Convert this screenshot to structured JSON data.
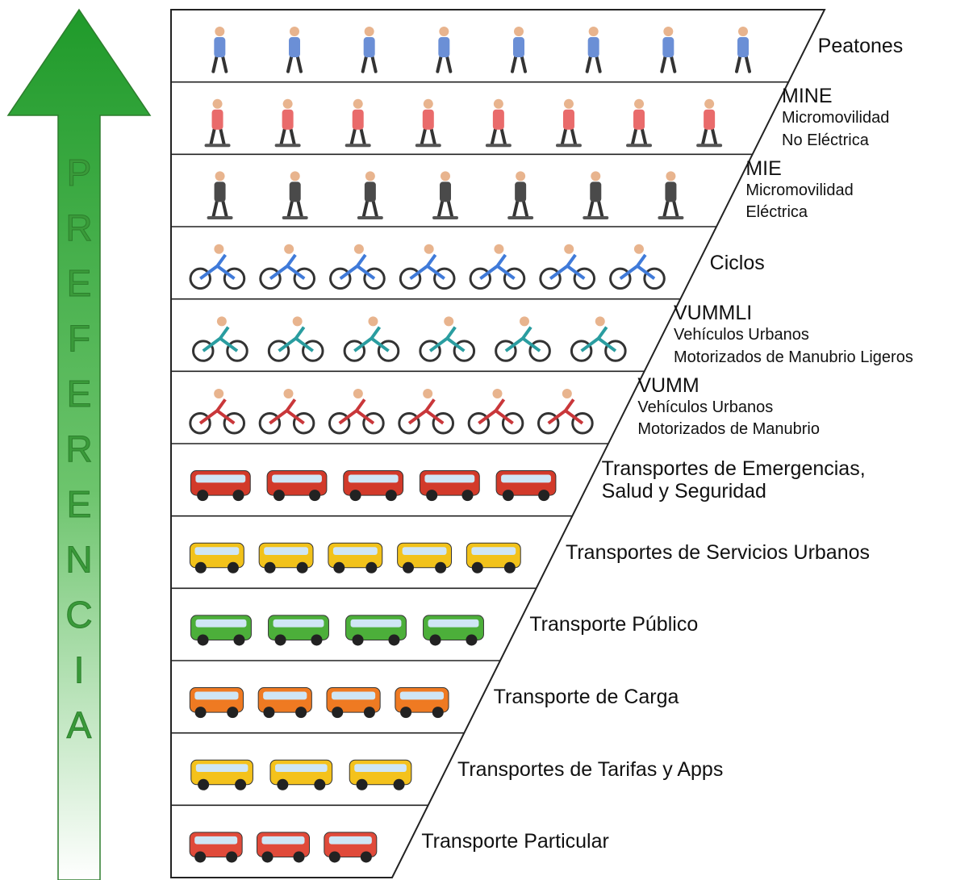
{
  "arrow": {
    "letters": [
      "P",
      "R",
      "E",
      "F",
      "E",
      "R",
      "E",
      "N",
      "C",
      "I",
      "A"
    ],
    "color_top": "#1f9a2a",
    "color_bottom": "#ffffff"
  },
  "tiers": [
    {
      "title": "Peatones",
      "subtitle": [],
      "icon": "pedestrians-icon",
      "color": "#6b8fd6"
    },
    {
      "title": "MINE",
      "subtitle": [
        "Micromovilidad",
        "No Eléctrica"
      ],
      "icon": "skateboard-icon",
      "color": "#e96b6b"
    },
    {
      "title": "MIE",
      "subtitle": [
        "Micromovilidad",
        "Eléctrica"
      ],
      "icon": "scooter-icon",
      "color": "#4a4a4a"
    },
    {
      "title": "Ciclos",
      "subtitle": [],
      "icon": "bicycle-icon",
      "color": "#3f7ad9"
    },
    {
      "title": "VUMMLI",
      "subtitle": [
        "Vehículos Urbanos",
        "Motorizados de Manubrio Ligeros"
      ],
      "icon": "ebike-icon",
      "color": "#2a9da0"
    },
    {
      "title": "VUMM",
      "subtitle": [
        "Vehículos Urbanos",
        "Motorizados de Manubrio"
      ],
      "icon": "motorcycle-icon",
      "color": "#c9373a"
    },
    {
      "title": "Transportes de Emergencias, Salud y Seguridad",
      "subtitle": [],
      "icon": "ambulance-icon",
      "color": "#d23a2a"
    },
    {
      "title": "Transportes de Servicios Urbanos",
      "subtitle": [],
      "icon": "school-bus-icon",
      "color": "#f2c21a"
    },
    {
      "title": "Transporte Público",
      "subtitle": [],
      "icon": "bus-icon",
      "color": "#4caf3a"
    },
    {
      "title": "Transporte de Carga",
      "subtitle": [],
      "icon": "truck-icon",
      "color": "#ef7a22"
    },
    {
      "title": "Transportes de Tarifas y Apps",
      "subtitle": [],
      "icon": "taxi-icon",
      "color": "#f4c21c"
    },
    {
      "title": "Transporte Particular",
      "subtitle": [],
      "icon": "car-icon",
      "color": "#e04a3a"
    }
  ]
}
